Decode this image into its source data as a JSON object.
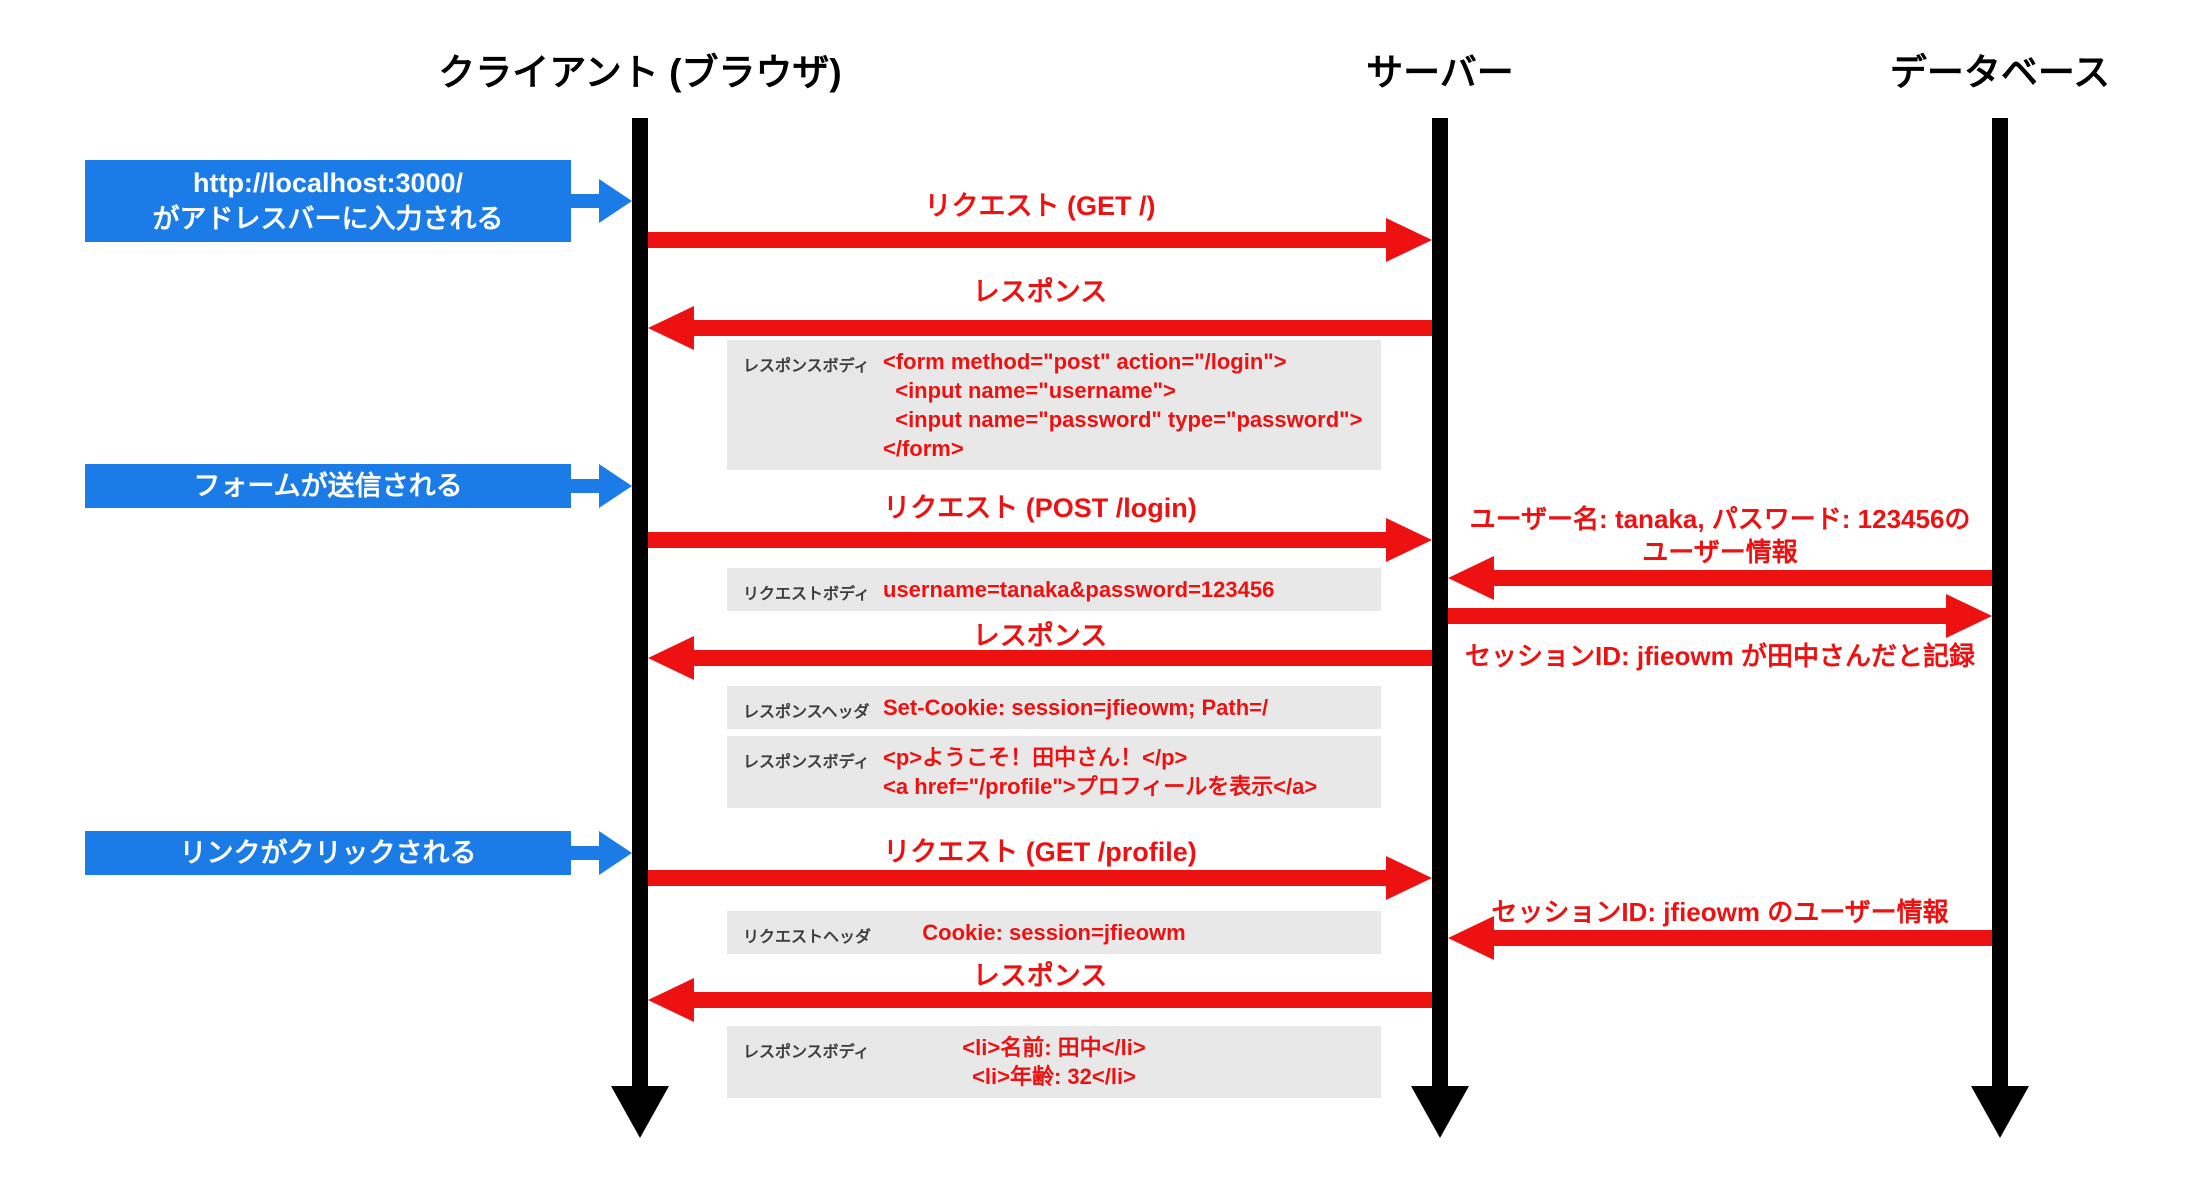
{
  "colors": {
    "event_blue": "#1b7ce8",
    "message_red": "#ee1111",
    "payload_gray": "#e8e8e8",
    "lifeline_black": "#000000",
    "payload_label_gray": "#3d3d3d"
  },
  "actors": [
    {
      "label": "クライアント (ブラウザ)"
    },
    {
      "label": "サーバー"
    },
    {
      "label": "データベース"
    }
  ],
  "events": [
    {
      "lines": [
        "http://localhost:3000/",
        "がアドレスバーに入力される"
      ]
    },
    {
      "lines": [
        "フォームが送信される"
      ]
    },
    {
      "lines": [
        "リンクがクリックされる"
      ]
    }
  ],
  "messages": [
    {
      "label": "リクエスト (GET /)",
      "from": "client",
      "to": "server"
    },
    {
      "label": "レスポンス",
      "from": "server",
      "to": "client"
    },
    {
      "label": "リクエスト (POST /login)",
      "from": "client",
      "to": "server"
    },
    {
      "lines": [
        "ユーザー名: tanaka, パスワード: 123456の",
        "ユーザー情報"
      ],
      "from": "database",
      "to": "server"
    },
    {
      "label": "セッションID: jfieowm が田中さんだと記録",
      "from": "server",
      "to": "database"
    },
    {
      "label": "レスポンス",
      "from": "server",
      "to": "client"
    },
    {
      "label": "リクエスト (GET /profile)",
      "from": "client",
      "to": "server"
    },
    {
      "label": "セッションID: jfieowm のユーザー情報",
      "from": "database",
      "to": "server"
    },
    {
      "label": "レスポンス",
      "from": "server",
      "to": "client"
    }
  ],
  "payloads": [
    {
      "label": "レスポンスボディ",
      "lines": [
        "<form method=\"post\" action=\"/login\">",
        "  <input name=\"username\">",
        "  <input name=\"password\" type=\"password\">",
        "</form>"
      ]
    },
    {
      "label": "リクエストボディ",
      "lines": [
        "username=tanaka&password=123456"
      ]
    },
    {
      "label": "レスポンスヘッダ",
      "lines": [
        "Set-Cookie: session=jfieowm; Path=/"
      ]
    },
    {
      "label": "レスポンスボディ",
      "lines": [
        "<p>ようこそ！田中さん！</p>",
        "<a href=\"/profile\">プロフィールを表示</a>"
      ]
    },
    {
      "label": "リクエストヘッダ",
      "lines": [
        "Cookie: session=jfieowm"
      ]
    },
    {
      "label": "レスポンスボディ",
      "lines": [
        "<li>名前: 田中</li>",
        "<li>年齢: 32</li>"
      ]
    }
  ]
}
